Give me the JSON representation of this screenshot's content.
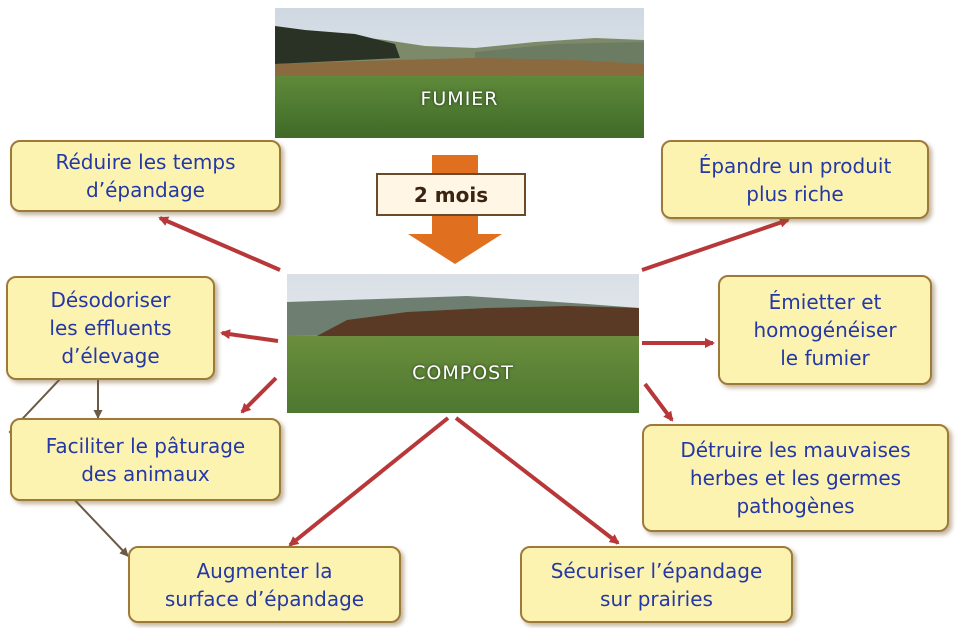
{
  "fumier": {
    "label": "FUMIER"
  },
  "compost": {
    "label": "COMPOST"
  },
  "duration": {
    "label": "2 mois"
  },
  "colors": {
    "box_fill": "#fdf3b0",
    "box_border": "#9e7a3a",
    "text": "#2438a6",
    "arrow": "#b8383a",
    "orange_arrow": "#e07020",
    "grey_arrow": "#6b5a45"
  },
  "boxes": {
    "reduire": "Réduire les temps\nd’épandage",
    "epandre": "Épandre un produit\nplus riche",
    "desodoriser": "Désodoriser\nles effluents\nd’élevage",
    "emietter": "Émietter et\nhomogénéiser\nle fumier",
    "faciliter": "Faciliter le pâturage\ndes animaux",
    "detruire": "Détruire les mauvaises\nherbes et les germes\npathogènes",
    "augmenter": "Augmenter la\nsurface d’épandage",
    "securiser": "Sécuriser l’épandage\nsur prairies"
  }
}
